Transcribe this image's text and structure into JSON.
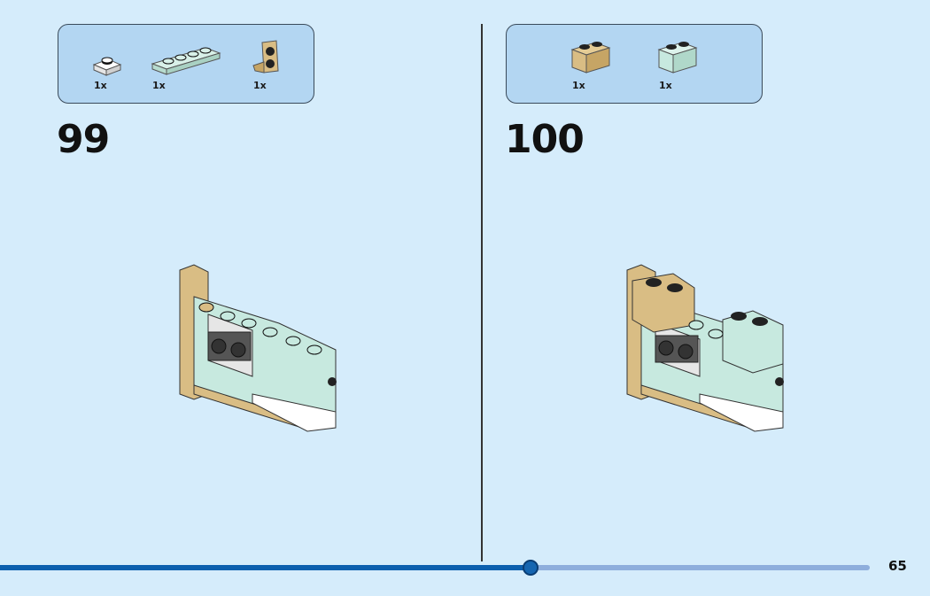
{
  "steps": [
    {
      "number": "99",
      "parts": [
        {
          "name": "white-plate-1x1",
          "qty": "1x"
        },
        {
          "name": "mint-plate-1x4",
          "qty": "1x"
        },
        {
          "name": "tan-bracket",
          "qty": "1x"
        }
      ]
    },
    {
      "number": "100",
      "parts": [
        {
          "name": "tan-brick-1x2",
          "qty": "1x"
        },
        {
          "name": "mint-brick-1x2",
          "qty": "1x"
        }
      ]
    }
  ],
  "footer": {
    "page_number": "65",
    "progress": 0.61
  },
  "colors": {
    "background": "#d5ecfb",
    "callout": "#b3d6f2",
    "progress_fill": "#0b5fae",
    "progress_track": "#8eaedc",
    "tan": "#d9bd84",
    "mint": "#c7e9df"
  }
}
